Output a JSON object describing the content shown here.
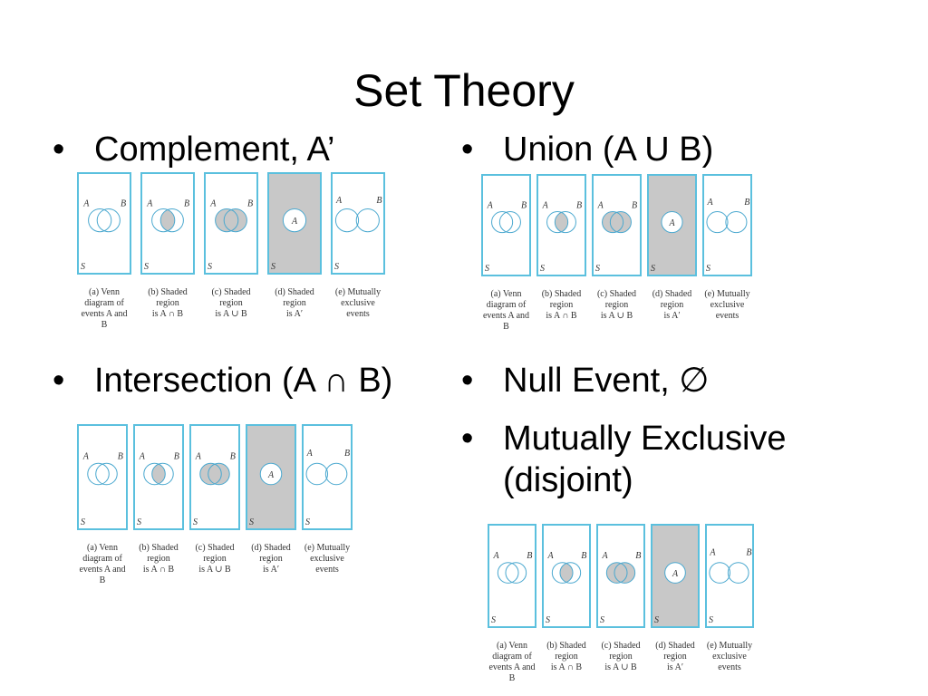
{
  "slide": {
    "title": "Set Theory"
  },
  "bullets": {
    "complement": "Complement, A’",
    "union": "Union (A U B)",
    "intersection": "Intersection (A ∩ B)",
    "null_event": "Null Event, ∅",
    "mutually_exclusive": "Mutually Exclusive\n(disjoint)"
  },
  "venn": {
    "label_a": "A",
    "label_b": "B",
    "label_s": "S",
    "captions": [
      "(a) Venn diagram of\nevents A and B",
      "(b) Shaded region\nis A ∩ B",
      "(c) Shaded region\nis A ∪ B",
      "(d) Shaded region\nis A′",
      "(e) Mutually exclusive\nevents"
    ]
  },
  "colors": {
    "frame": "#5bc0de",
    "shade": "#c8c8c8",
    "circle": "#4aa8cf"
  }
}
